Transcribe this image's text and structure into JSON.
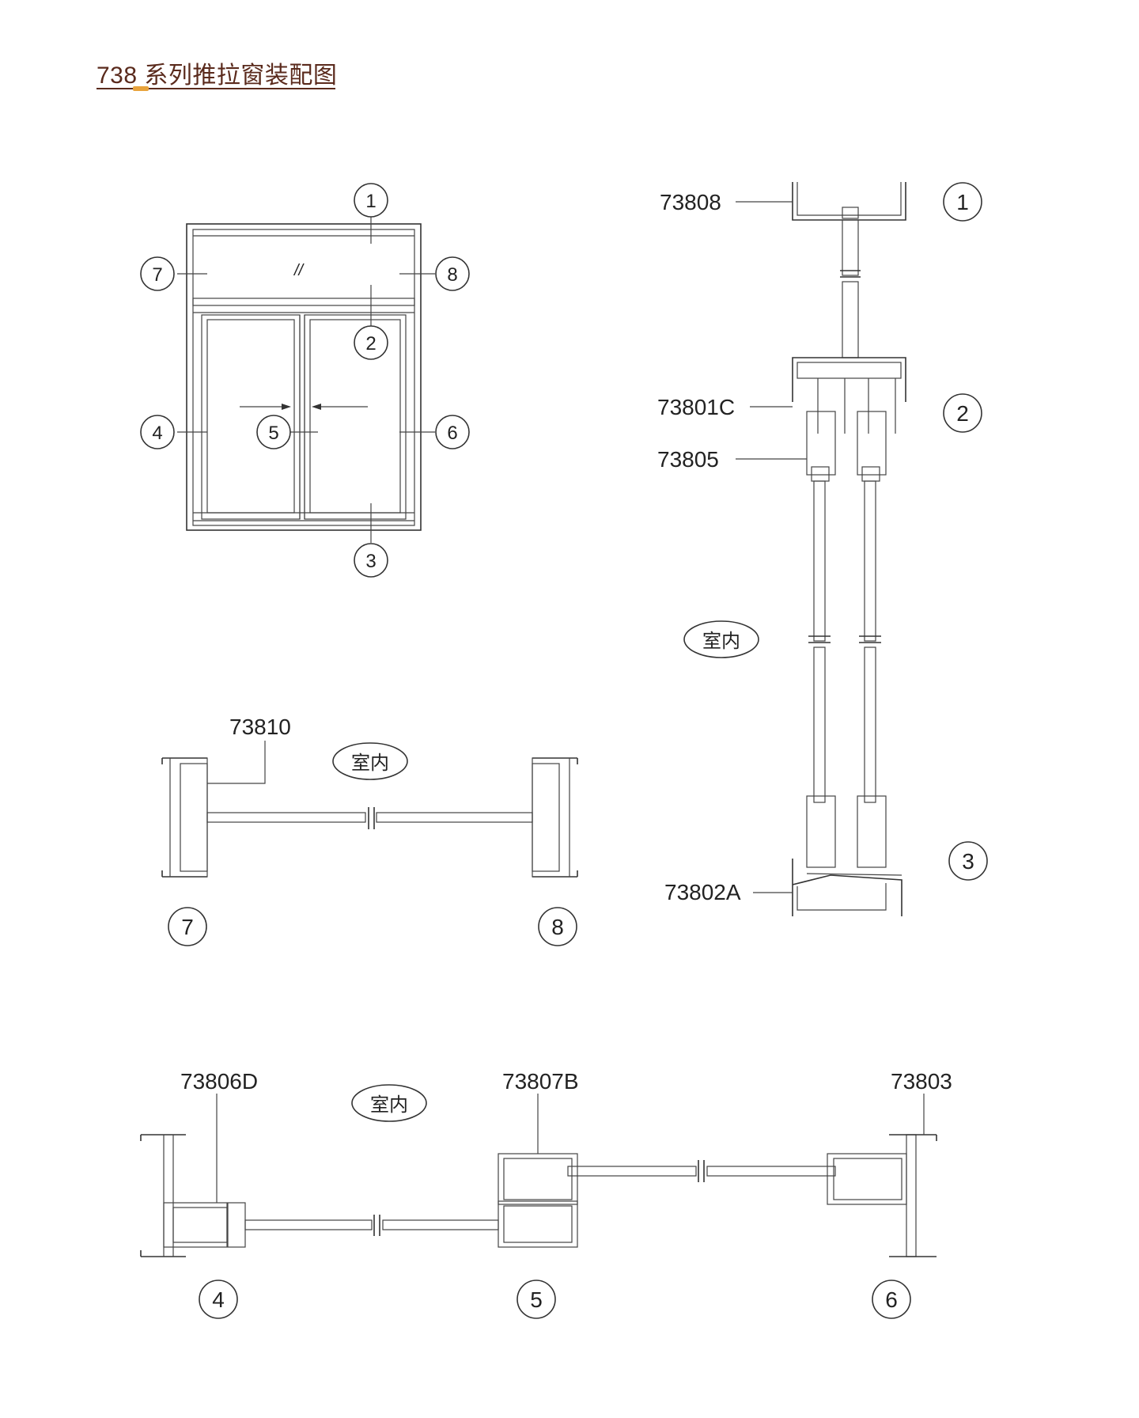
{
  "title": "738 系列推拉窗装配图",
  "colors": {
    "title": "#5a2a1c",
    "accent": "#e8a33c",
    "line": "#333333"
  },
  "elevation": {
    "callouts": [
      "1",
      "2",
      "3",
      "4",
      "5",
      "6",
      "7",
      "8"
    ],
    "glass_mark": "//"
  },
  "vertical_section": {
    "markers": [
      "1",
      "2",
      "3"
    ],
    "parts": [
      "73808",
      "73801C",
      "73805",
      "73802A"
    ],
    "indoor": "室内"
  },
  "transom_section": {
    "part": "73810",
    "indoor": "室内",
    "markers": [
      "7",
      "8"
    ]
  },
  "horizontal_section": {
    "parts": [
      "73806D",
      "73807B",
      "73803"
    ],
    "indoor": "室内",
    "markers": [
      "4",
      "5",
      "6"
    ]
  }
}
